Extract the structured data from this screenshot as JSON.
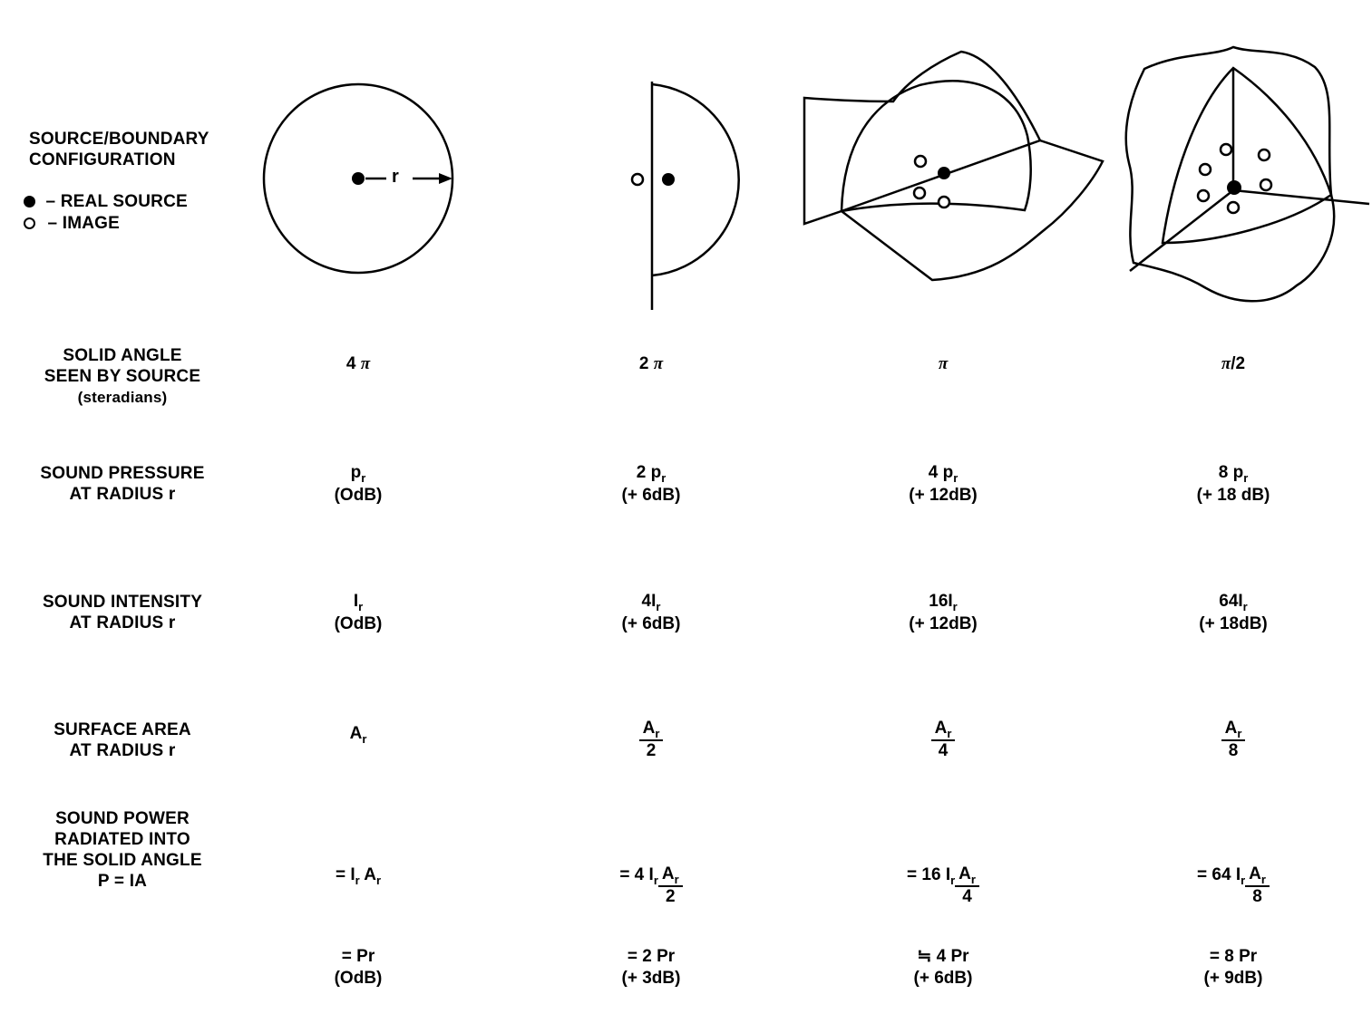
{
  "labels": {
    "config": [
      "SOURCE/BOUNDARY",
      "CONFIGURATION"
    ],
    "legend_real": "– REAL SOURCE",
    "legend_image": "– IMAGE",
    "radius_letter": "r",
    "solid_angle": [
      "SOLID ANGLE",
      "SEEN BY SOURCE",
      "(steradians)"
    ],
    "pressure": [
      "SOUND PRESSURE",
      "AT RADIUS r"
    ],
    "intensity": [
      "SOUND INTENSITY",
      "AT RADIUS r"
    ],
    "area": [
      "SURFACE AREA",
      "AT RADIUS r"
    ],
    "power": [
      "SOUND POWER",
      "RADIATED INTO",
      "THE SOLID ANGLE",
      "P = IA"
    ]
  },
  "columns": [
    {
      "solid_angle": {
        "coef": "4",
        "pi": "π",
        "suffix": ""
      },
      "pressure": {
        "coef": "",
        "sym": "p",
        "sub": "r",
        "db": "(OdB)"
      },
      "intensity": {
        "coef": "",
        "sym": "I",
        "sub": "r",
        "db": "(OdB)"
      },
      "area": {
        "sym": "A",
        "sub": "r",
        "den": ""
      },
      "power_eq": {
        "prefix": "= ",
        "i": "I",
        "isub": "r",
        "a": "A",
        "asub": "r",
        "den": ""
      },
      "power": {
        "val": "= Pr",
        "db": "(OdB)"
      }
    },
    {
      "solid_angle": {
        "coef": "2",
        "pi": "π",
        "suffix": ""
      },
      "pressure": {
        "coef": "2 ",
        "sym": "p",
        "sub": "r",
        "db": "(+ 6dB)"
      },
      "intensity": {
        "coef": "4",
        "sym": "I",
        "sub": "r",
        "db": "(+ 6dB)"
      },
      "area": {
        "sym": "A",
        "sub": "r",
        "den": "2"
      },
      "power_eq": {
        "prefix": "= 4 ",
        "i": "I",
        "isub": "r",
        "a": "A",
        "asub": "r",
        "den": "2"
      },
      "power": {
        "val": "= 2 Pr",
        "db": "(+ 3dB)"
      }
    },
    {
      "solid_angle": {
        "coef": "",
        "pi": "π",
        "suffix": ""
      },
      "pressure": {
        "coef": "4 ",
        "sym": "p",
        "sub": "r",
        "db": "(+ 12dB)"
      },
      "intensity": {
        "coef": "16",
        "sym": "I",
        "sub": "r",
        "db": "(+ 12dB)"
      },
      "area": {
        "sym": "A",
        "sub": "r",
        "den": "4"
      },
      "power_eq": {
        "prefix": "= 16 ",
        "i": "I",
        "isub": "r",
        "a": "A",
        "asub": "r",
        "den": "4"
      },
      "power": {
        "val": "≒ 4 Pr",
        "db": "(+ 6dB)"
      }
    },
    {
      "solid_angle": {
        "coef": "",
        "pi": "π",
        "suffix": "/2"
      },
      "pressure": {
        "coef": "8 ",
        "sym": "p",
        "sub": "r",
        "db": "(+ 18 dB)"
      },
      "intensity": {
        "coef": "64",
        "sym": "I",
        "sub": "r",
        "db": "(+ 18dB)"
      },
      "area": {
        "sym": "A",
        "sub": "r",
        "den": "8"
      },
      "power_eq": {
        "prefix": "= 64 ",
        "i": "I",
        "isub": "r",
        "a": "A",
        "asub": "r",
        "den": "8"
      },
      "power": {
        "val": "= 8 Pr",
        "db": "(+ 9dB)"
      }
    }
  ]
}
